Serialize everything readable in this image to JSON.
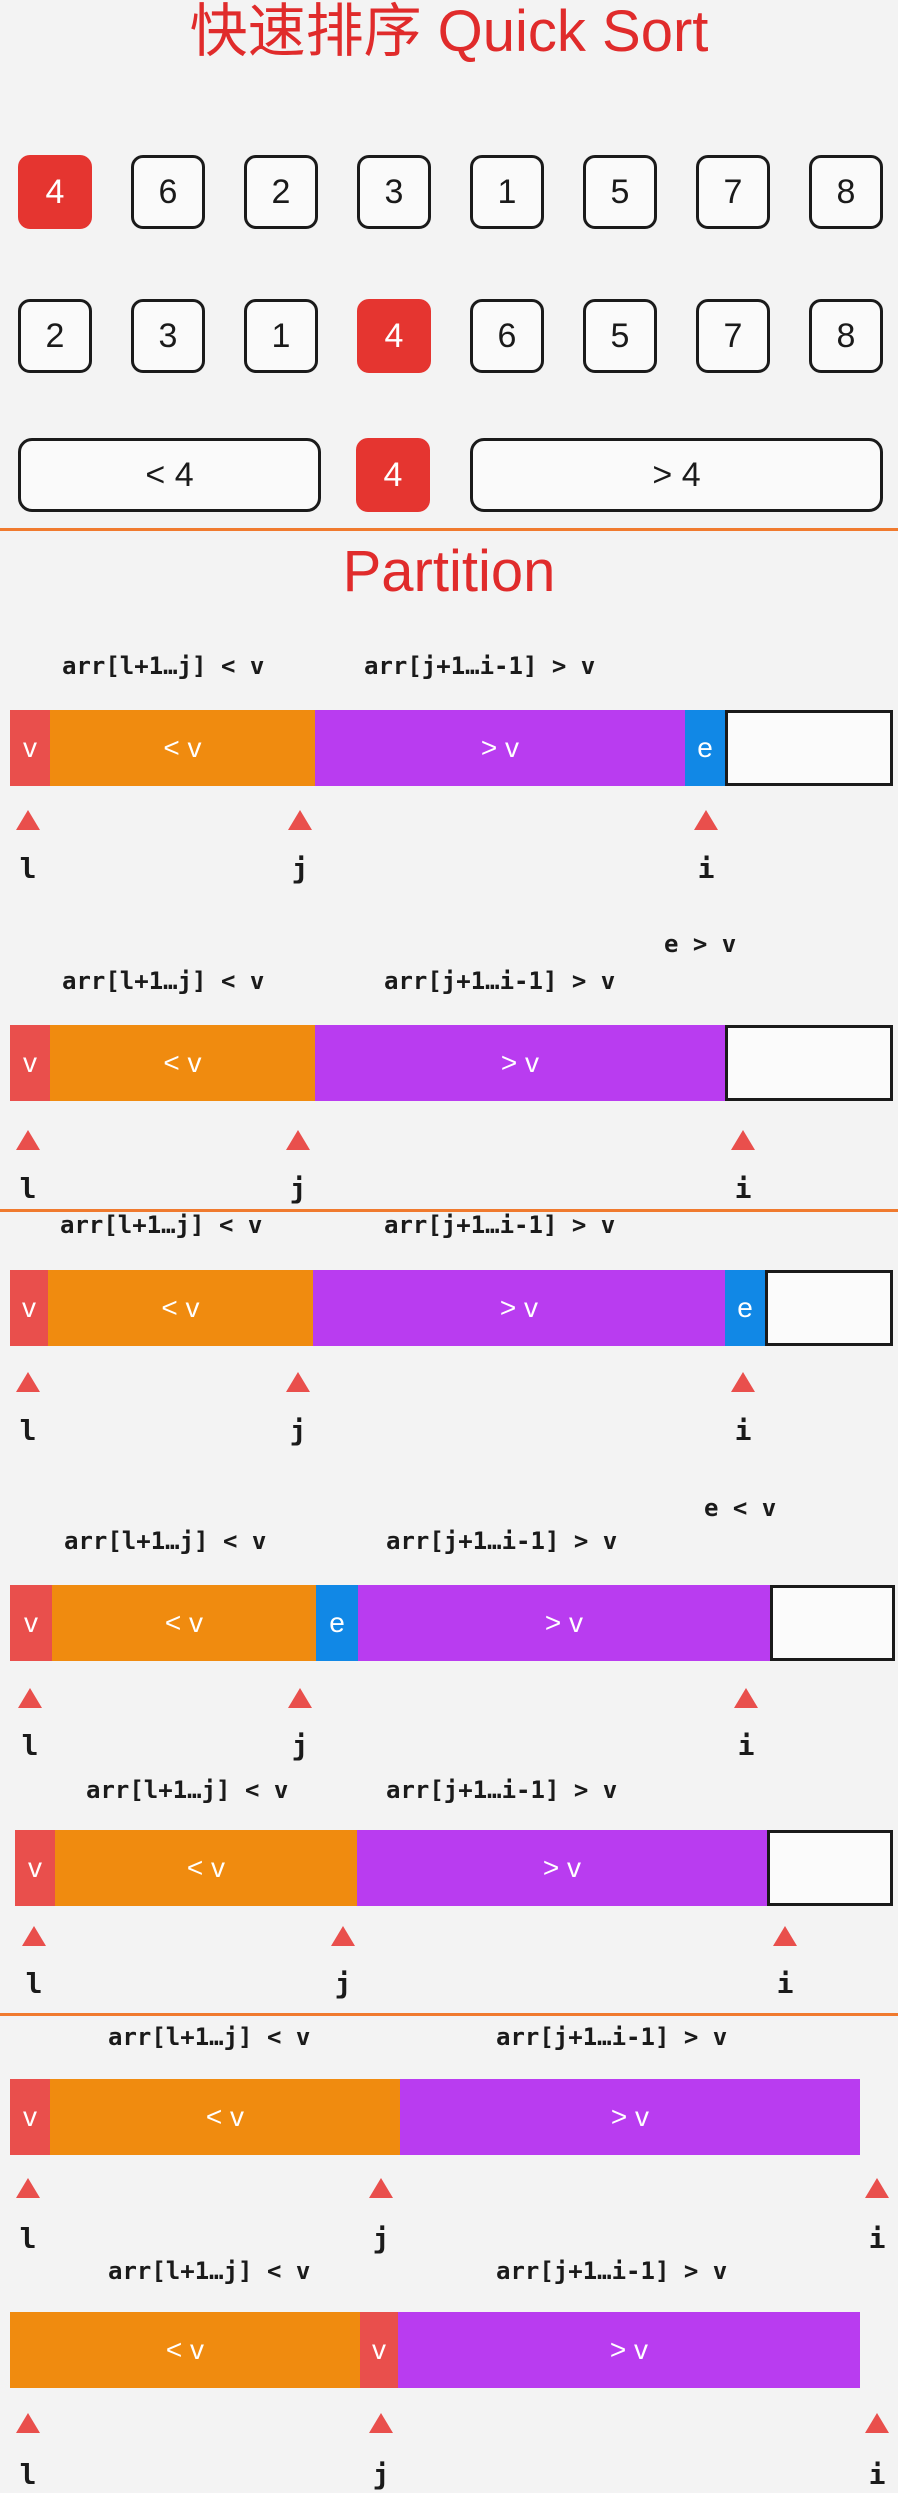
{
  "title": "快速排序 Quick Sort",
  "row1": [
    {
      "value": "4",
      "pivot": true
    },
    {
      "value": "6",
      "pivot": false
    },
    {
      "value": "2",
      "pivot": false
    },
    {
      "value": "3",
      "pivot": false
    },
    {
      "value": "1",
      "pivot": false
    },
    {
      "value": "5",
      "pivot": false
    },
    {
      "value": "7",
      "pivot": false
    },
    {
      "value": "8",
      "pivot": false
    }
  ],
  "row2": [
    {
      "value": "2",
      "pivot": false
    },
    {
      "value": "3",
      "pivot": false
    },
    {
      "value": "1",
      "pivot": false
    },
    {
      "value": "4",
      "pivot": true
    },
    {
      "value": "6",
      "pivot": false
    },
    {
      "value": "5",
      "pivot": false
    },
    {
      "value": "7",
      "pivot": false
    },
    {
      "value": "8",
      "pivot": false
    }
  ],
  "row3": {
    "left": "< 4",
    "pivot": "4",
    "right": "> 4"
  },
  "partition_title": "Partition",
  "range_labels": {
    "lt": "arr[l+1…j] < v",
    "gt": "arr[j+1…i-1] > v"
  },
  "segment_labels": {
    "v": "v",
    "lt": "< v",
    "gt": "> v",
    "e": "e"
  },
  "pointer_labels": {
    "l": "l",
    "j": "j",
    "i": "i"
  },
  "notes": {
    "e_gt": "e > v",
    "e_lt": "e < v"
  },
  "colors": {
    "accent": "#e02b2b",
    "v": "#e94f4c",
    "lt": "#f08b0f",
    "gt": "#b93cf0",
    "e": "#1188e6",
    "separator": "#f07a2e"
  }
}
